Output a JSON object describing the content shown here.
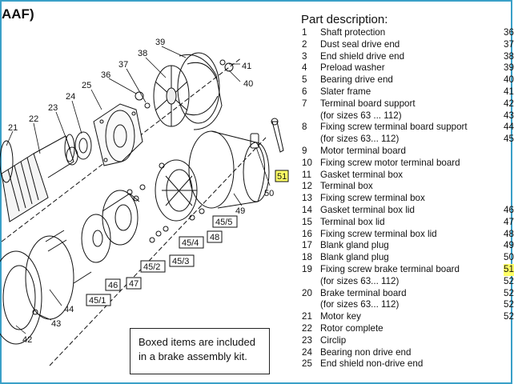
{
  "title": "AAF)",
  "note": {
    "line1": "Boxed items are included",
    "line2": "in a brake assembly kit."
  },
  "parts_heading": "Part description:",
  "parts": [
    {
      "num": "1",
      "desc": "Shaft protection",
      "right": "36"
    },
    {
      "num": "2",
      "desc": "Dust seal drive end",
      "right": "37"
    },
    {
      "num": "3",
      "desc": "End shield drive end",
      "right": "38"
    },
    {
      "num": "4",
      "desc": "Preload washer",
      "right": "39"
    },
    {
      "num": "5",
      "desc": "Bearing drive end",
      "right": "40"
    },
    {
      "num": "6",
      "desc": "Slater frame",
      "right": "41"
    },
    {
      "num": "7",
      "desc": "Terminal board support",
      "right": "42"
    },
    {
      "num": "",
      "desc": "(for sizes 63 ... 112)",
      "right": "43"
    },
    {
      "num": "8",
      "desc": "Fixing screw terminal board support",
      "right": "44"
    },
    {
      "num": "",
      "desc": "(for sizes 63... 112)",
      "right": "45"
    },
    {
      "num": "9",
      "desc": "Motor terminal board",
      "right": ""
    },
    {
      "num": "10",
      "desc": "Fixing screw motor terminal board",
      "right": ""
    },
    {
      "num": "11",
      "desc": "Gasket terminal box",
      "right": ""
    },
    {
      "num": "12",
      "desc": "Terminal box",
      "right": ""
    },
    {
      "num": "13",
      "desc": "Fixing screw terminal box",
      "right": ""
    },
    {
      "num": "14",
      "desc": "Gasket terminal box lid",
      "right": "46"
    },
    {
      "num": "15",
      "desc": "Terminal box lid",
      "right": "47"
    },
    {
      "num": "16",
      "desc": "Fixing screw terminal box lid",
      "right": "48"
    },
    {
      "num": "17",
      "desc": "Blank gland plug",
      "right": "49"
    },
    {
      "num": "18",
      "desc": "Blank gland plug",
      "right": "50"
    },
    {
      "num": "19",
      "desc": "Fixing screw brake terminal board",
      "right": "51"
    },
    {
      "num": "",
      "desc": "(for sizes 63... 112)",
      "right": "52"
    },
    {
      "num": "20",
      "desc": "Brake terminal board",
      "right": "52"
    },
    {
      "num": "",
      "desc": "(for sizes 63... 112)",
      "right": "52"
    },
    {
      "num": "21",
      "desc": "Motor key",
      "right": "52"
    },
    {
      "num": "22",
      "desc": "Rotor complete",
      "right": ""
    },
    {
      "num": "23",
      "desc": "Circlip",
      "right": ""
    },
    {
      "num": "24",
      "desc": "Bearing non drive end",
      "right": ""
    },
    {
      "num": "25",
      "desc": "End shield non-drive end",
      "right": ""
    }
  ],
  "callouts": {
    "c21": "21",
    "c22": "22",
    "c23": "23",
    "c24": "24",
    "c25": "25",
    "c36": "36",
    "c37": "37",
    "c38": "38",
    "c39": "39",
    "c40": "40",
    "c41": "41",
    "c42": "42",
    "c43": "43",
    "c44": "44",
    "c49": "49",
    "c50": "50",
    "c51": "51",
    "c46": "46",
    "c47": "47",
    "c48": "48",
    "c45_1": "45/1",
    "c45_2": "45/2",
    "c45_3": "45/3",
    "c45_4": "45/4",
    "c45_5": "45/5"
  },
  "highlight_color": "#ffff66",
  "frame_color": "#3aa0c8"
}
